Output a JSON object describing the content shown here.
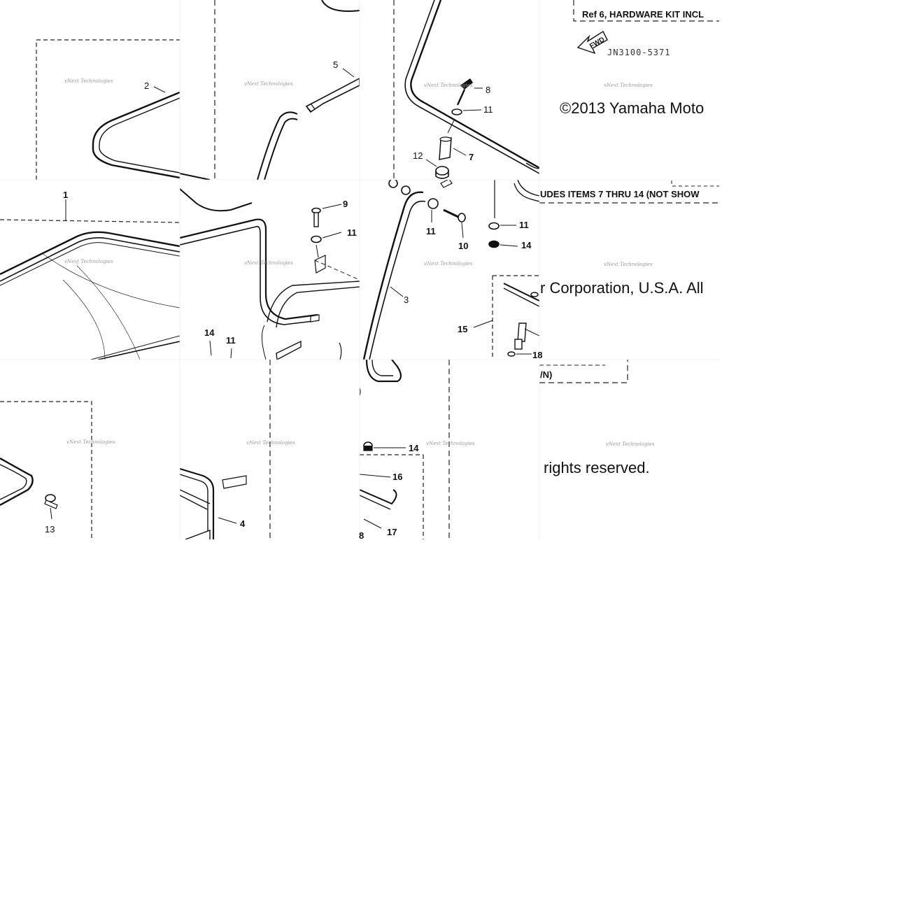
{
  "diagram": {
    "code": "JN3100-5371",
    "fwd_label": "FWD",
    "hardware_note_top": "Ref 6, HARDWARE KIT INCL",
    "hardware_note_mid": "UDES ITEMS 7 THRU 14  (NOT SHOW",
    "hardware_note_bottom": "/N)",
    "copyright_1": "©2013 Yamaha Moto",
    "copyright_2": "r Corporation, U.S.A. All",
    "copyright_3": "rights reserved.",
    "watermark": "vNext Technologies",
    "callouts": {
      "c1": "1",
      "c2": "2",
      "c3": "3",
      "c4": "4",
      "c5": "5",
      "c7": "7",
      "c8a": "8",
      "c8b": "8",
      "c9": "9",
      "c10": "10",
      "c11a": "11",
      "c11b": "11",
      "c11c": "11",
      "c11d": "11",
      "c11e": "11",
      "c12": "12",
      "c13": "13",
      "c14a": "14",
      "c14b": "14",
      "c14c": "14",
      "c15": "15",
      "c16": "16",
      "c17": "17",
      "c18": "18"
    }
  }
}
